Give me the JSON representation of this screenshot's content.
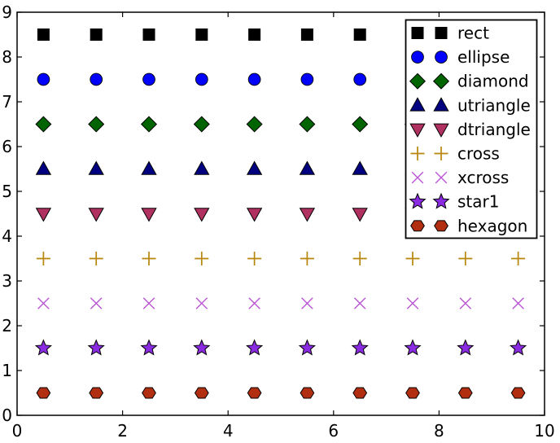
{
  "figure": {
    "background_color": "#ffffff",
    "axis_color": "#000000",
    "marker_edge_color": "#000000",
    "legend_border_color": "#000000",
    "legend_background_color": "#ffffff"
  },
  "chart_data": {
    "type": "scatter",
    "title": "",
    "xlabel": "",
    "ylabel": "",
    "xlim": [
      0,
      10
    ],
    "ylim": [
      0,
      9
    ],
    "xticks": [
      0,
      2,
      4,
      6,
      8,
      10
    ],
    "yticks": [
      0,
      1,
      2,
      3,
      4,
      5,
      6,
      7,
      8,
      9
    ],
    "grid": false,
    "legend_position": "upper right",
    "legend_points_per_entry": 2,
    "x": [
      0.5,
      1.5,
      2.5,
      3.5,
      4.5,
      5.5,
      6.5,
      7.5,
      8.5,
      9.5
    ],
    "series": [
      {
        "name": "rect",
        "label": "rect",
        "marker": "rect",
        "color": "#000000",
        "y": 8.5
      },
      {
        "name": "ellipse",
        "label": "ellipse",
        "marker": "ellipse",
        "color": "#0000ff",
        "y": 7.5
      },
      {
        "name": "diamond",
        "label": "diamond",
        "marker": "diamond",
        "color": "#006400",
        "y": 6.5
      },
      {
        "name": "utriangle",
        "label": "utriangle",
        "marker": "utriangle",
        "color": "#000080",
        "y": 5.5
      },
      {
        "name": "dtriangle",
        "label": "dtriangle",
        "marker": "dtriangle",
        "color": "#b03060",
        "y": 4.5
      },
      {
        "name": "cross",
        "label": "cross",
        "marker": "cross",
        "color": "#b8860b",
        "y": 3.5
      },
      {
        "name": "xcross",
        "label": "xcross",
        "marker": "xcross",
        "color": "#ba55d3",
        "y": 2.5
      },
      {
        "name": "star1",
        "label": "star1",
        "marker": "star1",
        "color": "#8a2be2",
        "y": 1.5
      },
      {
        "name": "hexagon",
        "label": "hexagon",
        "marker": "hexagon",
        "color": "#b22e10",
        "y": 0.5
      }
    ]
  }
}
